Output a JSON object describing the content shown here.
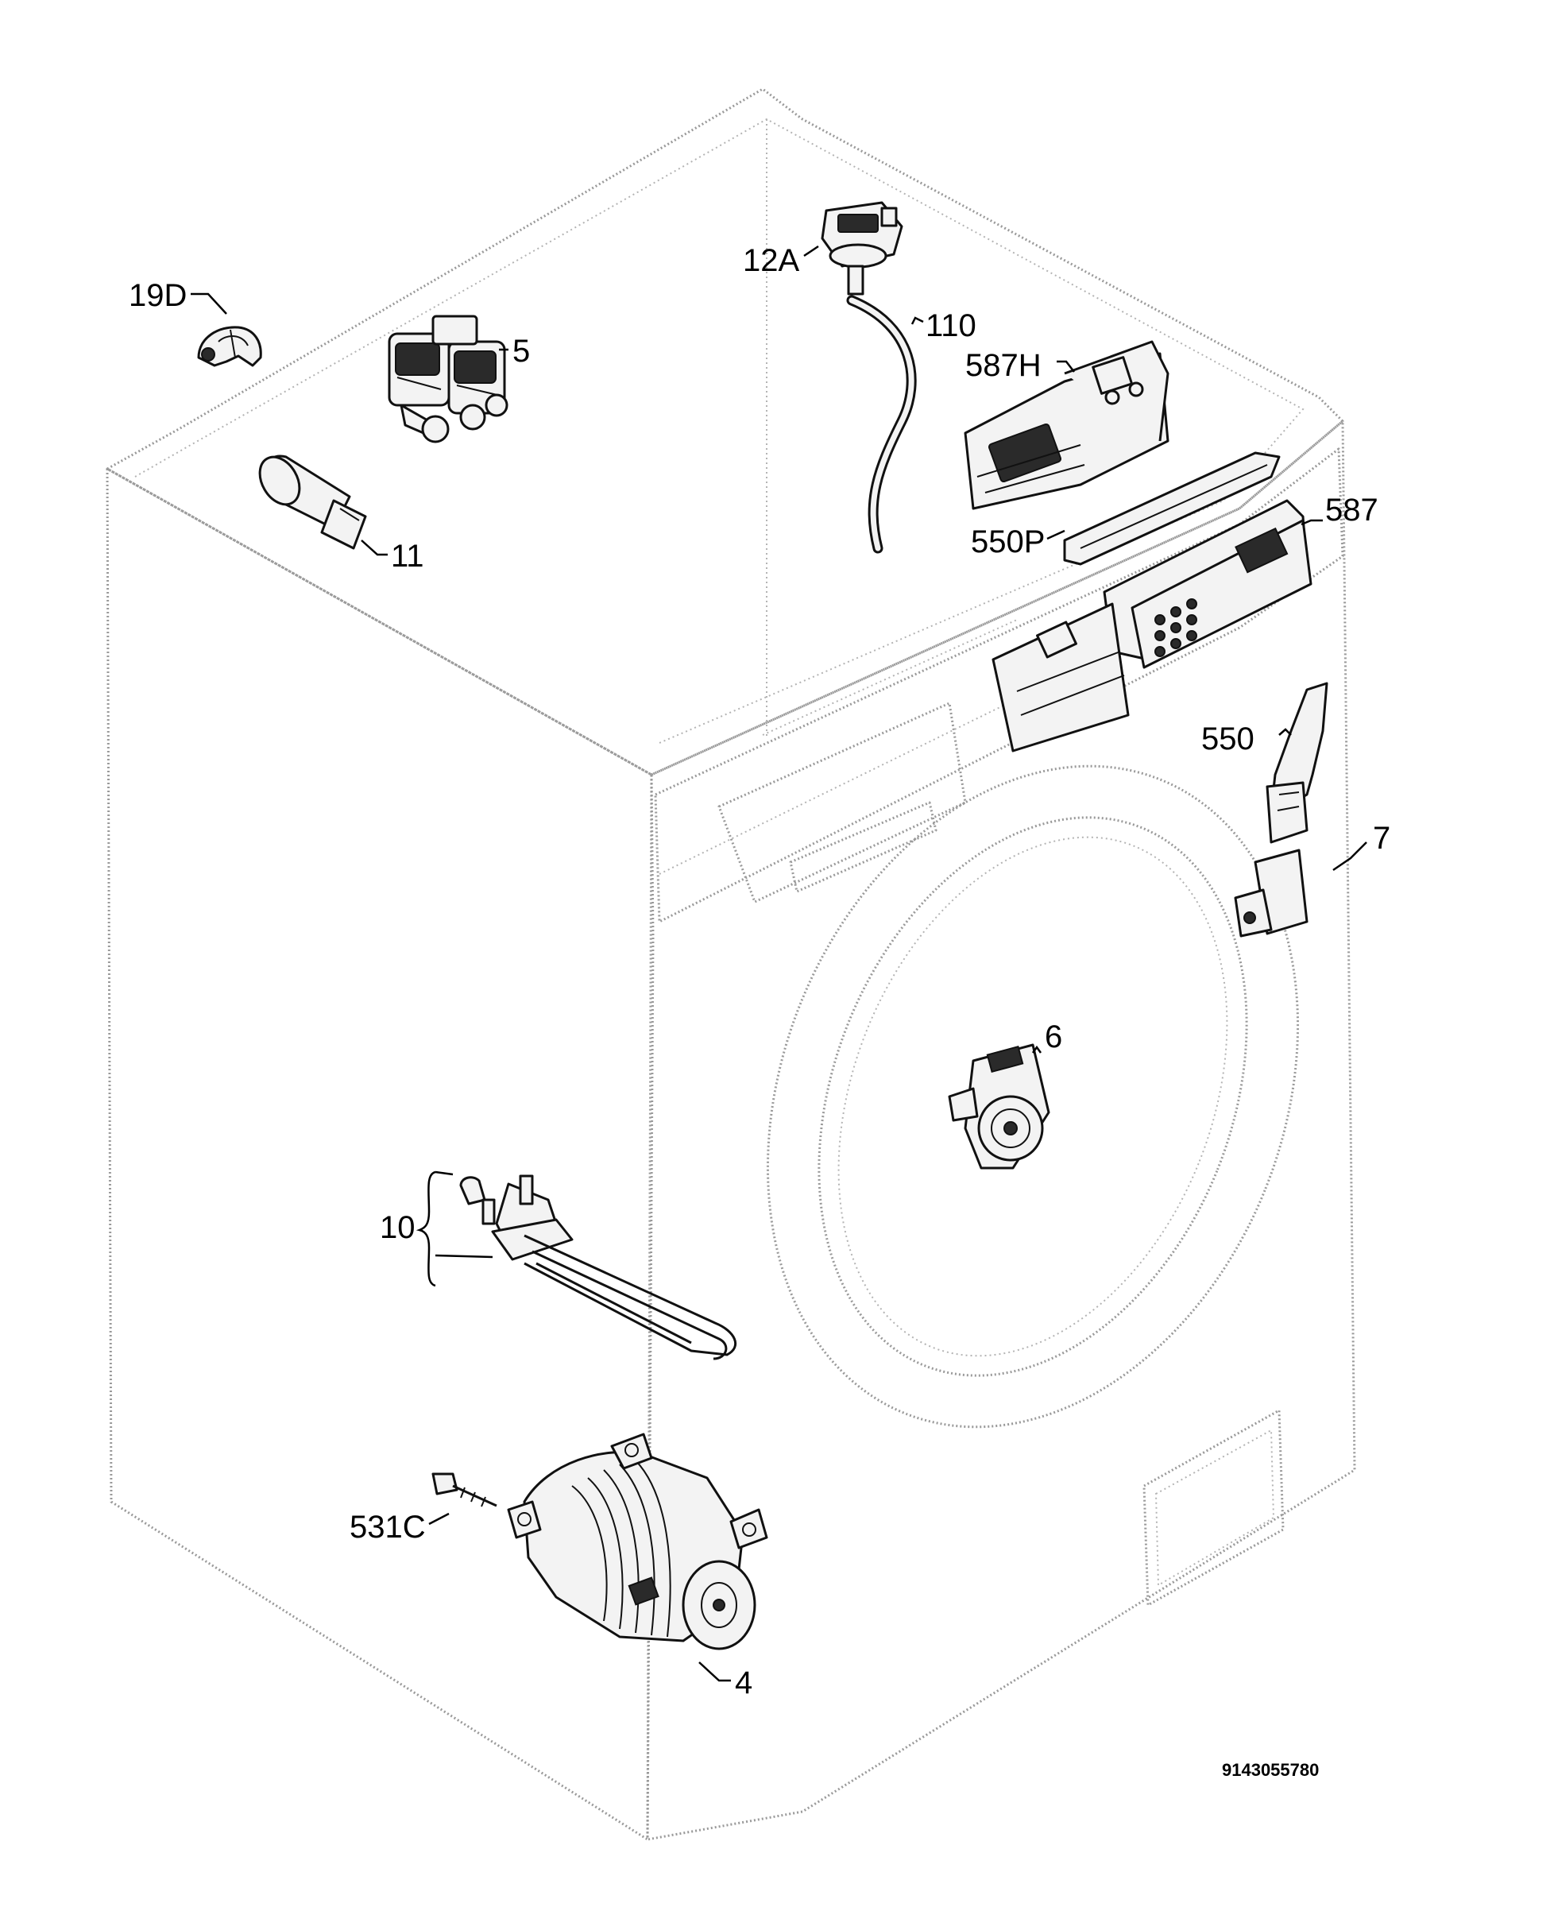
{
  "labels": {
    "p19D": "19D",
    "p5": "5",
    "p11": "11",
    "p12A": "12A",
    "p110": "110",
    "p587H": "587H",
    "p550P": "550P",
    "p587": "587",
    "p550": "550",
    "p7": "7",
    "p6": "6",
    "p10": "10",
    "p531C": "531C",
    "p4": "4"
  },
  "document_number": "9143055780"
}
